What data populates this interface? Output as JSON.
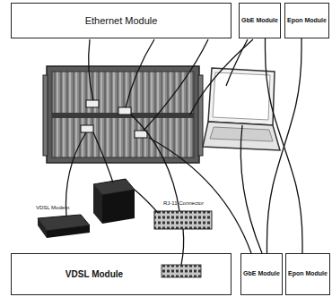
{
  "diagram": {
    "nodes": [
      {
        "text": [
          "Ethernet Module"
        ]
      },
      {
        "text": [
          "GbE Module"
        ]
      },
      {
        "text": [
          "Epon Module"
        ]
      },
      {
        "text": [
          "VDSL Module"
        ]
      },
      {
        "text": [
          "GbE Module"
        ]
      },
      {
        "text": [
          "Epon Module"
        ]
      }
    ],
    "edges": [
      {
        "from": 1,
        "to": 5,
        "arrow": "none"
      },
      {
        "from": 2,
        "to": 4,
        "arrow": "none"
      }
    ],
    "labels": [
      "VDSL Modem",
      "RJ-11 Connector"
    ]
  }
}
